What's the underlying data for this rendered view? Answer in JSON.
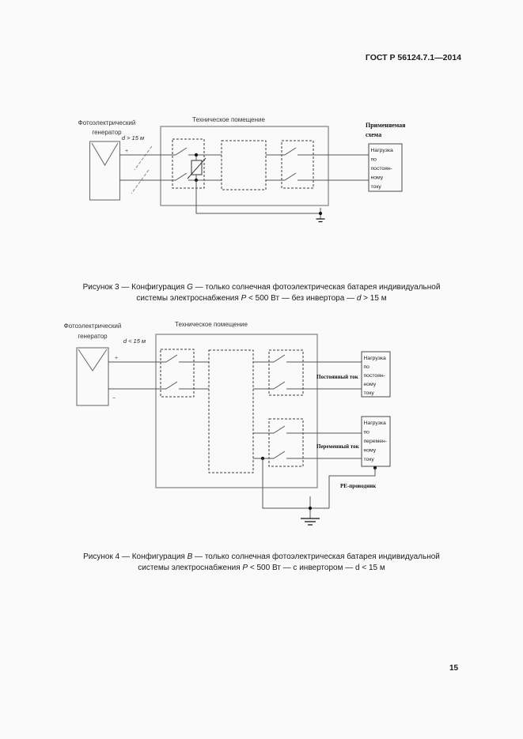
{
  "page": {
    "header": "ГОСТ Р 56124.7.1—2014",
    "page_number": "15"
  },
  "colors": {
    "ink": "#1a1a1a",
    "line_gray": "#8a8a8a"
  },
  "icons": {
    "pv-panel-icon": "rectangle with V glyph",
    "switch-icon": "diagonal blade break in wire",
    "spd-varistor-icon": "rectangle with diagonal stroke",
    "earth-icon": "vertical line with shrinking bars",
    "cable-break-icon": "double diagonal slash"
  },
  "fig3": {
    "pv_label_1": "Фотоэлектрический",
    "pv_label_2": "генератор",
    "plus": "+",
    "distance": "d > 15 м",
    "tech_room": "Техническое помещение",
    "scheme_label_1": "Применяемая",
    "scheme_label_2": "схема",
    "load_lines": [
      "Нагрузка",
      "по",
      "постоян-",
      "ному",
      "току"
    ],
    "caption_line1": [
      {
        "t": "Рисунок 3 — Конфигурация "
      },
      {
        "t": "G",
        "i": true
      },
      {
        "t": " — только солнечная фотоэлектрическая батарея индивидуальной"
      }
    ],
    "caption_line2": [
      {
        "t": "системы электроснабжения "
      },
      {
        "t": "P",
        "i": true
      },
      {
        "t": " < 500 Вт — без инвертора — "
      },
      {
        "t": "d",
        "i": true
      },
      {
        "t": " > 15 м"
      }
    ]
  },
  "fig4": {
    "pv_label_1": "Фотоэлектрический",
    "pv_label_2": "генератор",
    "plus": "+",
    "minus": "−",
    "distance": "d < 15 м",
    "tech_room": "Техническое помещение",
    "dc_label": "Постоянный ток",
    "ac_label": "Переменный ток",
    "pe_label": "РЕ-проводник",
    "dc_load_lines": [
      "Нагрузка",
      "по",
      "постоян-",
      "ному",
      "току"
    ],
    "ac_load_lines": [
      "Нагрузка",
      "по",
      "перемен-",
      "ному",
      "току"
    ],
    "caption_line1": [
      {
        "t": "Рисунок 4 — Конфигурация "
      },
      {
        "t": "B",
        "i": true
      },
      {
        "t": " — только солнечная фотоэлектрическая батарея индивидуальной"
      }
    ],
    "caption_line2": [
      {
        "t": "системы электроснабжения "
      },
      {
        "t": "P",
        "i": true
      },
      {
        "t": " < 500 Вт — с инвертором — d < 15 м"
      }
    ]
  }
}
